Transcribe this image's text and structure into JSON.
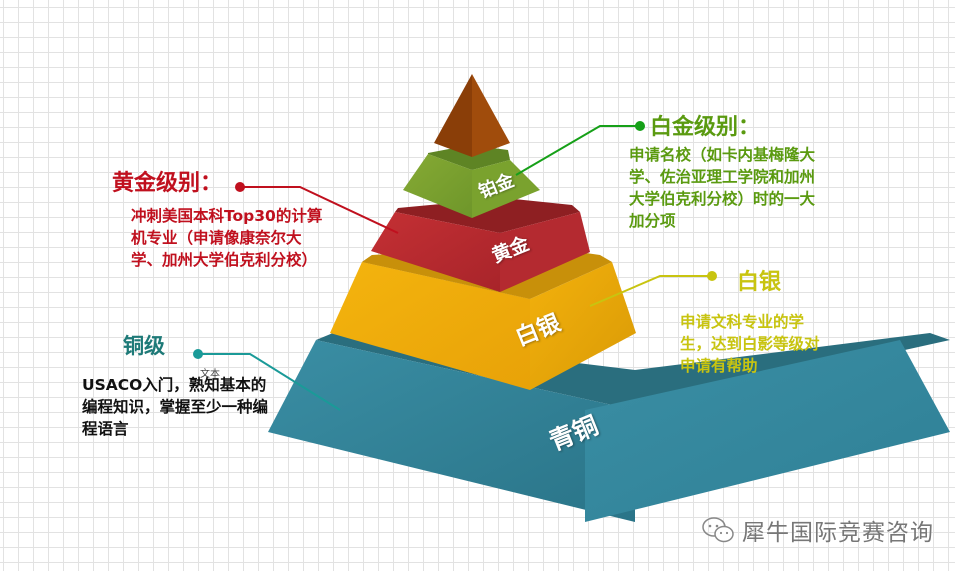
{
  "diagram": {
    "type": "pyramid",
    "levels": [
      {
        "id": "apex",
        "label": "",
        "color": "#9a4a0c"
      },
      {
        "id": "platinum",
        "label": "铂金",
        "color": "#7aa22e"
      },
      {
        "id": "gold",
        "label": "黄金",
        "color": "#b42a30"
      },
      {
        "id": "silver",
        "label": "白银",
        "color": "#f0b00c"
      },
      {
        "id": "bronze",
        "label": "青铜",
        "color": "#2f8298"
      }
    ]
  },
  "callouts": {
    "gold": {
      "title": "黄金级别：",
      "description": "冲刺美国本科Top30的计算机专业（申请像康奈尔大学、加州大学伯克利分校）",
      "color": "#c0101e"
    },
    "platinum": {
      "title": "白金级别：",
      "description": "申请名校（如卡内基梅隆大学、佐治亚理工学院和加州大学伯克利分校）时的一大加分项",
      "color": "#5a9a10"
    },
    "silver": {
      "title": "白银",
      "description": "申请文科专业的学生，达到白影等级对申请有帮助",
      "color": "#c8c410"
    },
    "bronze": {
      "title": "铜级",
      "description": "USACO入门，熟知基本的编程知识，掌握至少一种编程语言",
      "color": "#1e7a78"
    }
  },
  "placeholder_text": "文本",
  "watermark": {
    "icon": "wechat-icon",
    "text": "犀牛国际竞赛咨询"
  }
}
